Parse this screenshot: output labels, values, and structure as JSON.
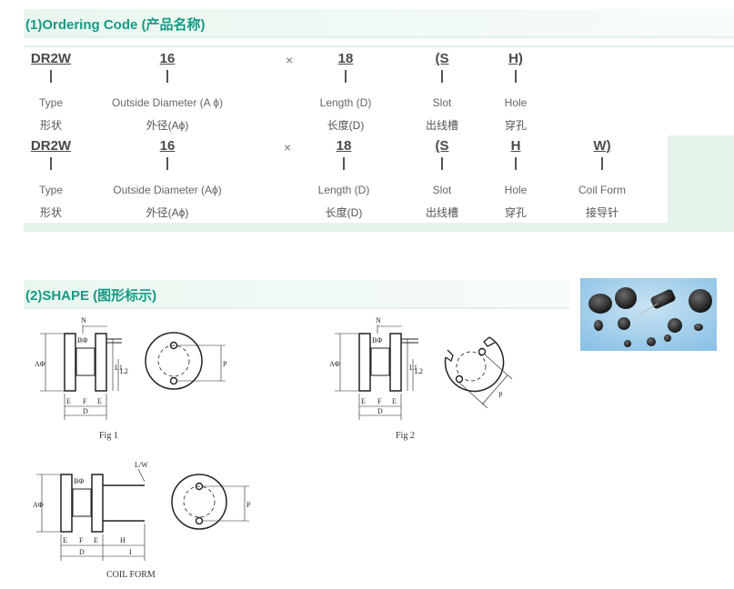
{
  "section1": {
    "title": "(1)Ordering Code (产品名称)"
  },
  "row1": {
    "cells": [
      {
        "code": "DR2W",
        "en": "Type",
        "cn": "形状"
      },
      {
        "code": "16",
        "en": "Outside Diameter (A ϕ)",
        "cn": "外径(Aϕ)"
      },
      {
        "code": "18",
        "en": "Length (D)",
        "cn": "长度(D)"
      },
      {
        "code": "(S",
        "en": "Slot",
        "cn": "出线槽"
      },
      {
        "code": "H)",
        "en": "Hole",
        "cn": "穿孔"
      }
    ],
    "times": "×"
  },
  "row2": {
    "cells": [
      {
        "code": "DR2W",
        "en": "Type",
        "cn": "形状"
      },
      {
        "code": "16",
        "en": "Outside Diameter (Aϕ)",
        "cn": "外径(Aϕ)"
      },
      {
        "code": "18",
        "en": "Length (D)",
        "cn": "长度(D)"
      },
      {
        "code": "(S",
        "en": "Slot",
        "cn": "出线槽"
      },
      {
        "code": "H",
        "en": "Hole",
        "cn": "穿孔"
      },
      {
        "code": "W)",
        "en": "Coil Form",
        "cn": "接导针"
      }
    ],
    "times": "×"
  },
  "section2": {
    "title": "(2)SHAPE (图形标示)"
  },
  "figures": {
    "fig1": {
      "caption": "Fig 1"
    },
    "fig2": {
      "caption": "Fig 2"
    },
    "fig3": {
      "caption": "COIL FORM"
    },
    "labels": {
      "N": "N",
      "A": "AΦ",
      "B": "BΦ",
      "L1": "L1",
      "L2": "L2",
      "E": "E",
      "F": "F",
      "D": "D",
      "P": "P",
      "LW": "L/W",
      "H": "H",
      "I": "I"
    }
  }
}
